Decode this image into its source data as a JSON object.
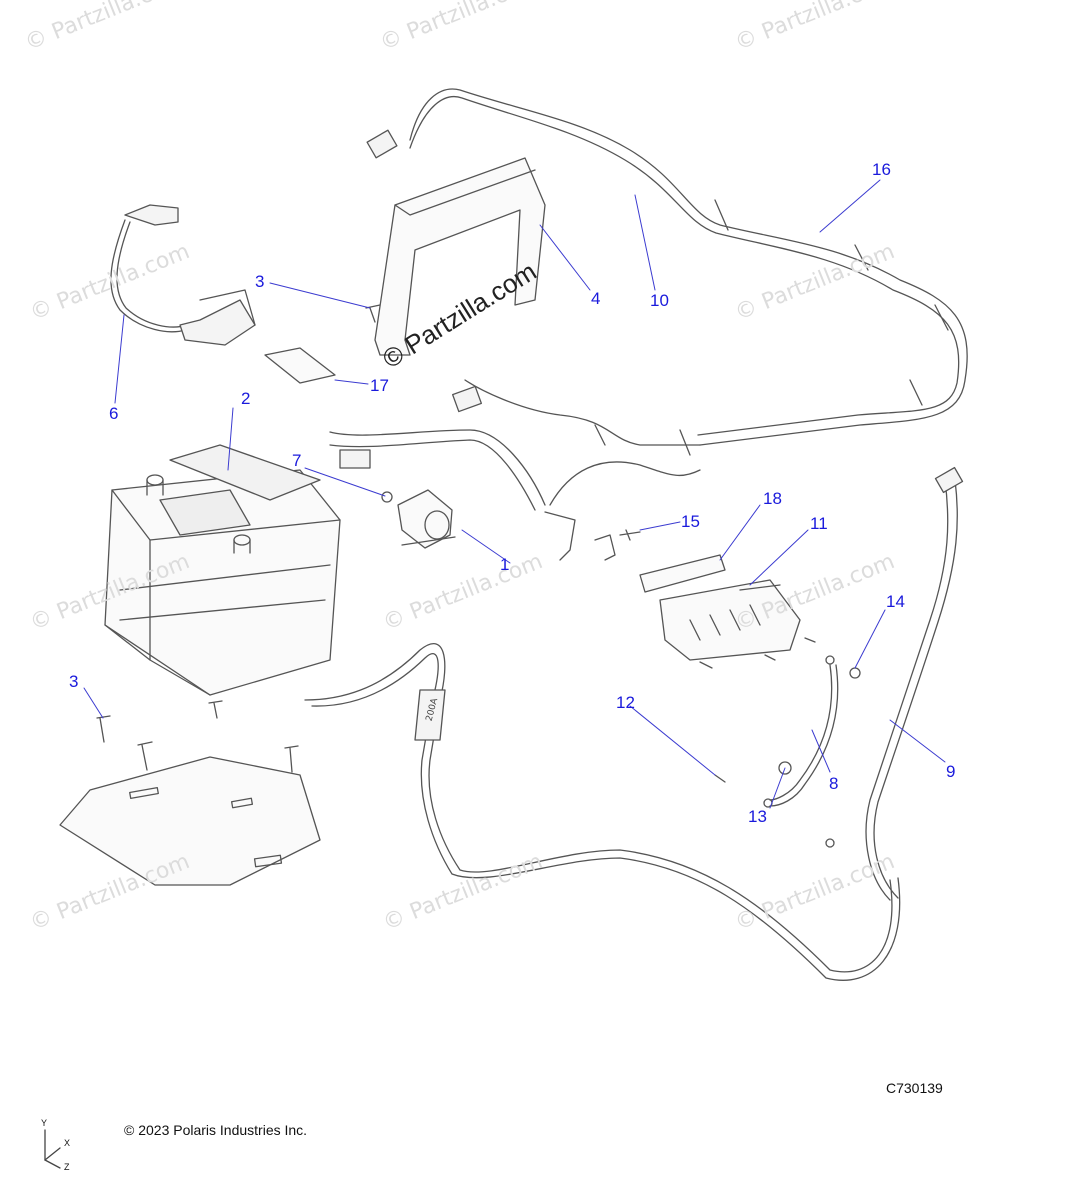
{
  "document": {
    "reference_code": "C730139",
    "copyright": "© 2023 Polaris Industries Inc.",
    "watermark_main": "© Partzilla.com",
    "watermark_faint": "© Partzilla.com"
  },
  "callouts": [
    {
      "id": "c1",
      "label": "1"
    },
    {
      "id": "c2",
      "label": "2"
    },
    {
      "id": "c3a",
      "label": "3"
    },
    {
      "id": "c3b",
      "label": "3"
    },
    {
      "id": "c4",
      "label": "4"
    },
    {
      "id": "c6",
      "label": "6"
    },
    {
      "id": "c7",
      "label": "7"
    },
    {
      "id": "c8",
      "label": "8"
    },
    {
      "id": "c9",
      "label": "9"
    },
    {
      "id": "c10",
      "label": "10"
    },
    {
      "id": "c11",
      "label": "11"
    },
    {
      "id": "c12",
      "label": "12"
    },
    {
      "id": "c13",
      "label": "13"
    },
    {
      "id": "c14",
      "label": "14"
    },
    {
      "id": "c15",
      "label": "15"
    },
    {
      "id": "c16",
      "label": "16"
    },
    {
      "id": "c17",
      "label": "17"
    },
    {
      "id": "c18",
      "label": "18"
    }
  ],
  "axes": {
    "y": "Y",
    "x": "X",
    "z": "Z"
  },
  "fuse_label": "200A",
  "colors": {
    "callout": "#1a1adc",
    "line": "#555555",
    "watermark": "#dcdcdc"
  }
}
